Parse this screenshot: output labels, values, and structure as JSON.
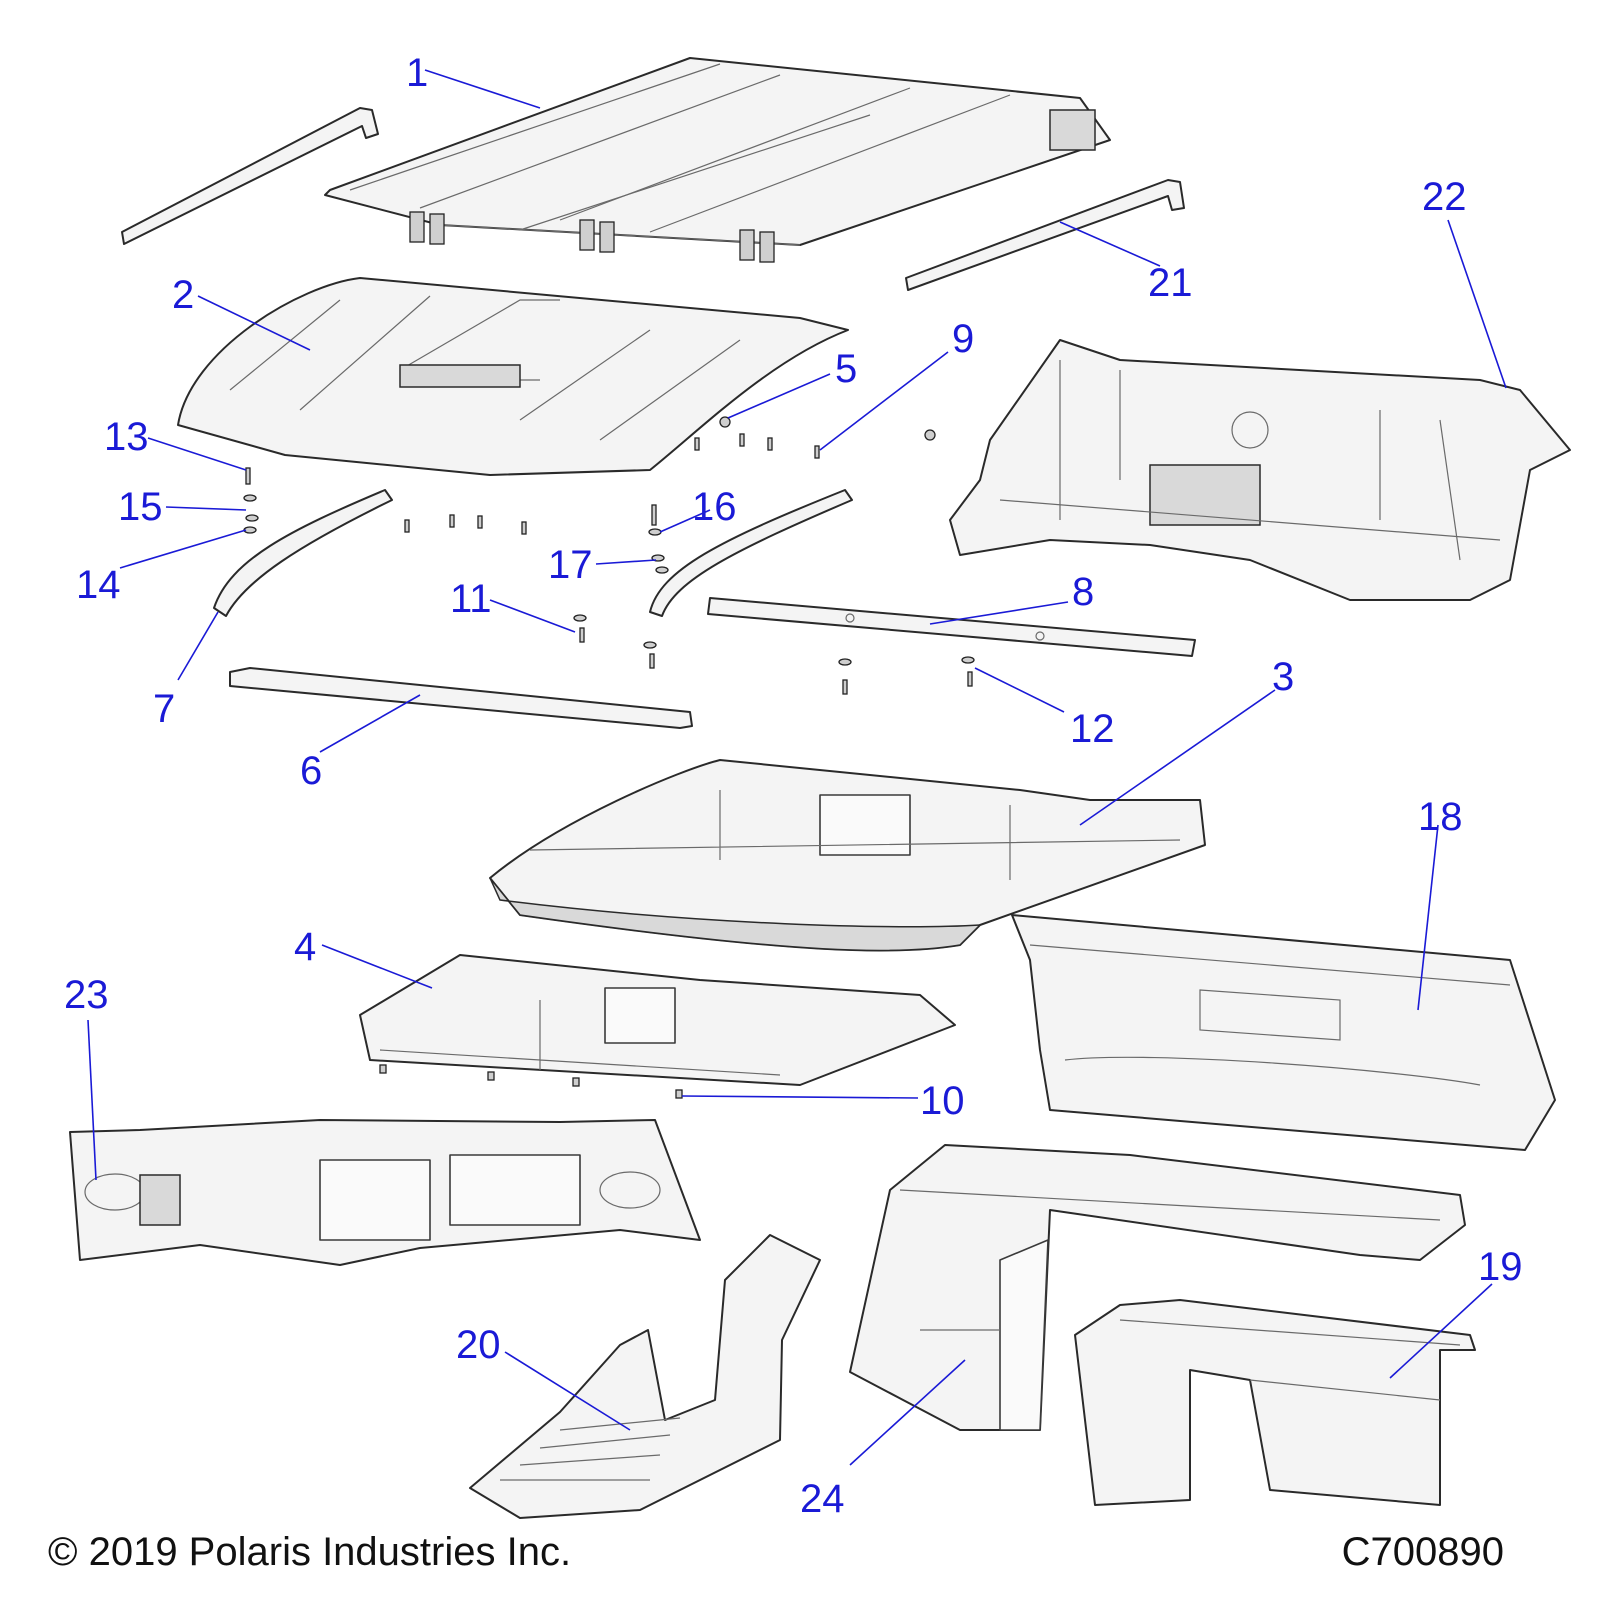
{
  "callouts": [
    "1",
    "2",
    "3",
    "4",
    "5",
    "6",
    "7",
    "8",
    "9",
    "10",
    "11",
    "12",
    "13",
    "14",
    "15",
    "16",
    "17",
    "18",
    "19",
    "20",
    "21",
    "22",
    "23",
    "24"
  ],
  "footer": {
    "copyright": "© 2019 Polaris Industries Inc.",
    "drawing_id": "C700890"
  },
  "colors": {
    "callout": "#1a1ad6",
    "line": "#2a2a2a",
    "fill": "#f4f4f4"
  }
}
